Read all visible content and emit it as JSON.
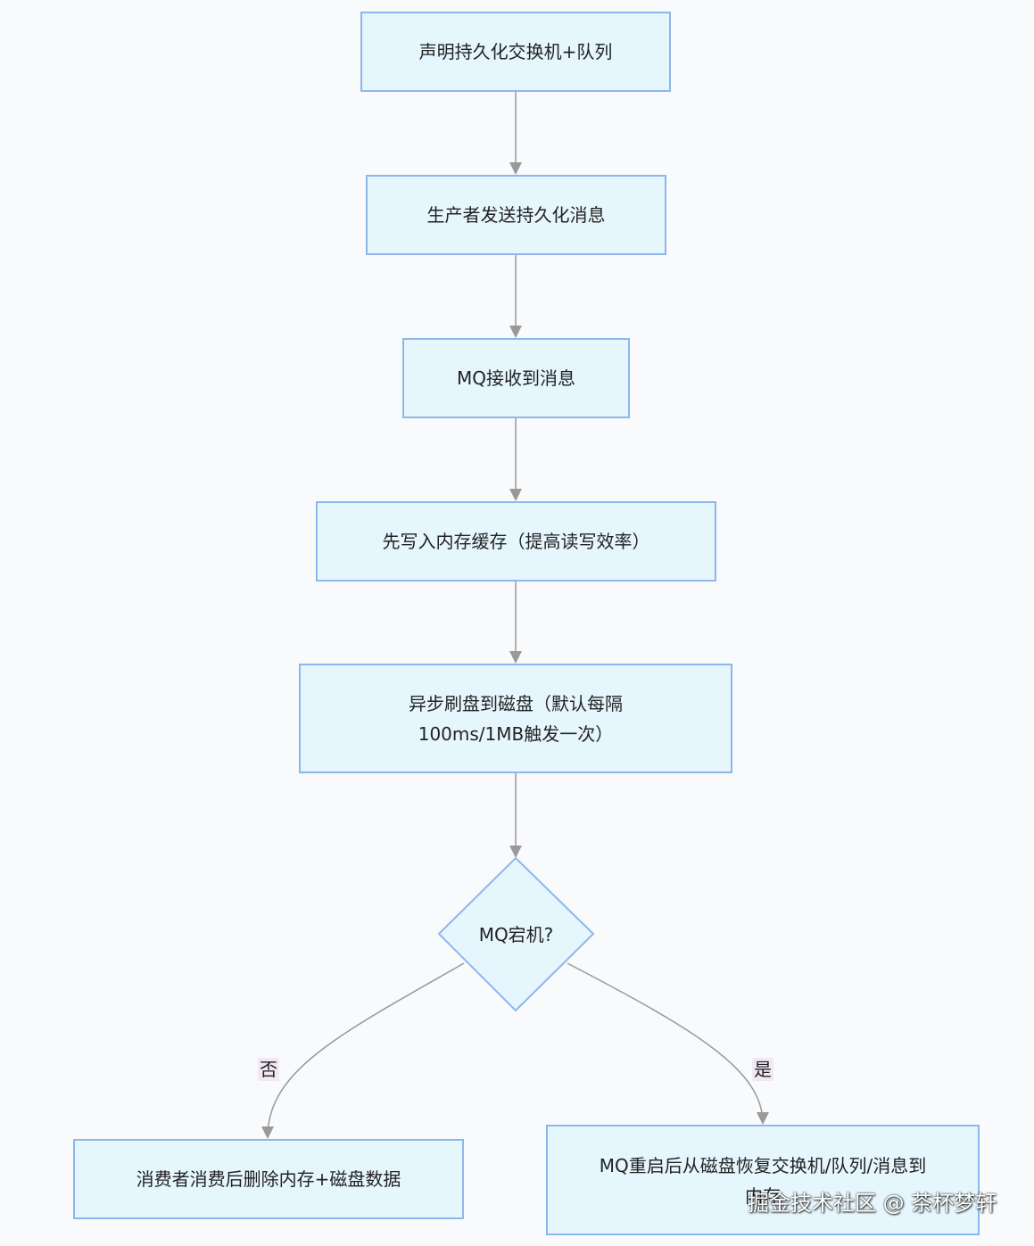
{
  "nodes": {
    "declare": "声明持久化交换机+队列",
    "produce": "生产者发送持久化消息",
    "receive": "MQ接收到消息",
    "memory": "先写入内存缓存（提高读写效率）",
    "flush_line1": "异步刷盘到磁盘（默认每隔",
    "flush_line2": "100ms/1MB触发一次）",
    "decision": "MQ宕机?",
    "consume": "消费者消费后删除内存+磁盘数据",
    "restart": "MQ重启后从磁盘恢复交换机/队列/消息到内存"
  },
  "edge_labels": {
    "no": "否",
    "yes": "是"
  },
  "watermark": "掘金技术社区 @ 茶杯梦轩",
  "colors": {
    "node_fill": "#e6f6fd",
    "node_border": "#8db7ec",
    "edge": "#999999",
    "edge_label_bg": "#f1e8f4",
    "background": "#f9fafc"
  }
}
